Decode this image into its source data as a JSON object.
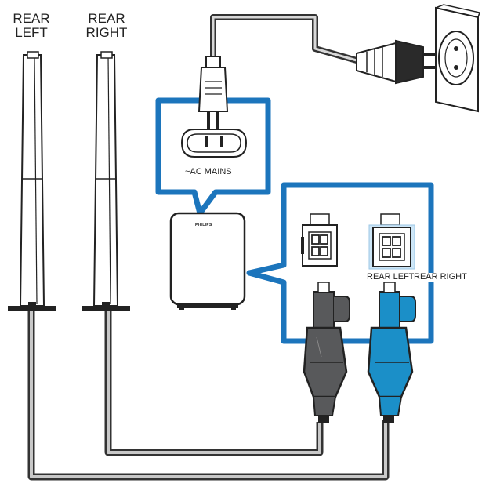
{
  "speakers": {
    "rear_left": {
      "line1": "REAR",
      "line2": "LEFT"
    },
    "rear_right": {
      "line1": "REAR",
      "line2": "RIGHT"
    }
  },
  "power": {
    "ac_mains_label": "~AC MAINS"
  },
  "subwoofer": {
    "brand": "PHILIPS"
  },
  "connectors": {
    "rear_left_label": "REAR LEFT",
    "rear_right_label": "REAR RIGHT"
  },
  "colors": {
    "callout_border": "#1c75bc",
    "left_plug": "#58595b",
    "right_plug": "#1b8fc8",
    "cable": "#333333",
    "cable_core": "#b0b0b0"
  },
  "icons": [
    "wall-socket-icon",
    "power-plug-icon",
    "figure8-plug-icon",
    "subwoofer-icon",
    "speaker-plug-icon"
  ]
}
